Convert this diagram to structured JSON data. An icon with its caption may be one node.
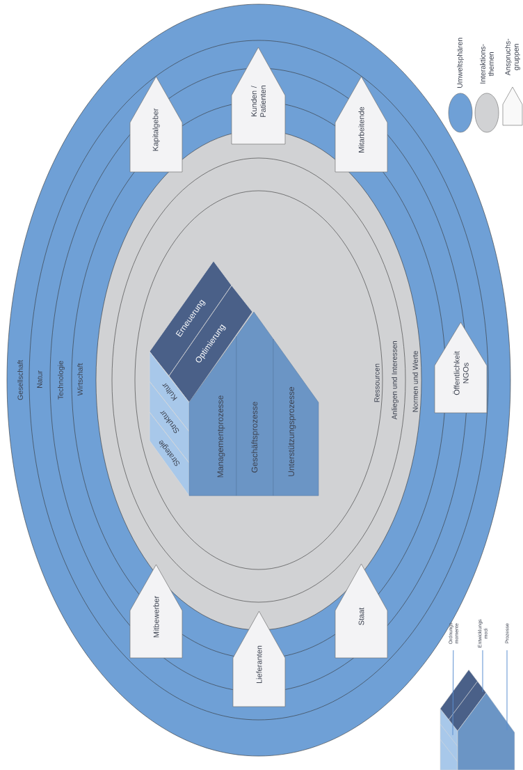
{
  "diagram": {
    "nodes": [
      {
        "text": [
          "Kapitalgeber"
        ]
      },
      {
        "text": [
          "Kunden / Patienten"
        ]
      },
      {
        "text": [
          "Mitarbeitende"
        ]
      },
      {
        "text": [
          "Öffentlichkeit NGOs"
        ]
      },
      {
        "text": [
          "Mitbewerber"
        ]
      },
      {
        "text": [
          "Lieferanten"
        ]
      },
      {
        "text": [
          "Staat"
        ]
      },
      {
        "text": [
          "Erneuerung"
        ]
      },
      {
        "text": [
          "Optimierung"
        ]
      },
      {
        "text": [
          "Kultur"
        ]
      },
      {
        "text": [
          "Struktur"
        ]
      },
      {
        "text": [
          "Strategie"
        ]
      },
      {
        "text": [
          "Managementprozesse"
        ]
      },
      {
        "text": [
          "Geschäftsprozesse"
        ]
      },
      {
        "text": [
          "Unterstützungsprozesse"
        ]
      },
      {
        "text": [
          "Ordnungs momente"
        ]
      },
      {
        "text": [
          "Entwicklungs modi"
        ]
      },
      {
        "text": [
          "Prozesse"
        ]
      },
      {
        "text": [],
        "shape": "box"
      },
      {
        "text": [],
        "shape": "box"
      },
      {
        "text": [],
        "shape": "box"
      }
    ],
    "edges": [
      {
        "from": 15,
        "to": 18,
        "arrow": "none"
      },
      {
        "from": 16,
        "to": 19,
        "arrow": "none"
      },
      {
        "from": 17,
        "to": 20,
        "arrow": "none"
      }
    ],
    "labels": [
      "Gesellschaft",
      "Natur",
      "Technologie",
      "Wirtschaft",
      "Ressourcen",
      "Anliegen und Interessen",
      "Normen und Werte"
    ],
    "legend": [
      {
        "text": "Umweltsphären",
        "color": "#6fa0d6"
      },
      {
        "text": "Interaktions- themen",
        "color": "#d1d2d4"
      },
      {
        "text": "Anspruchs- gruppen"
      }
    ]
  }
}
